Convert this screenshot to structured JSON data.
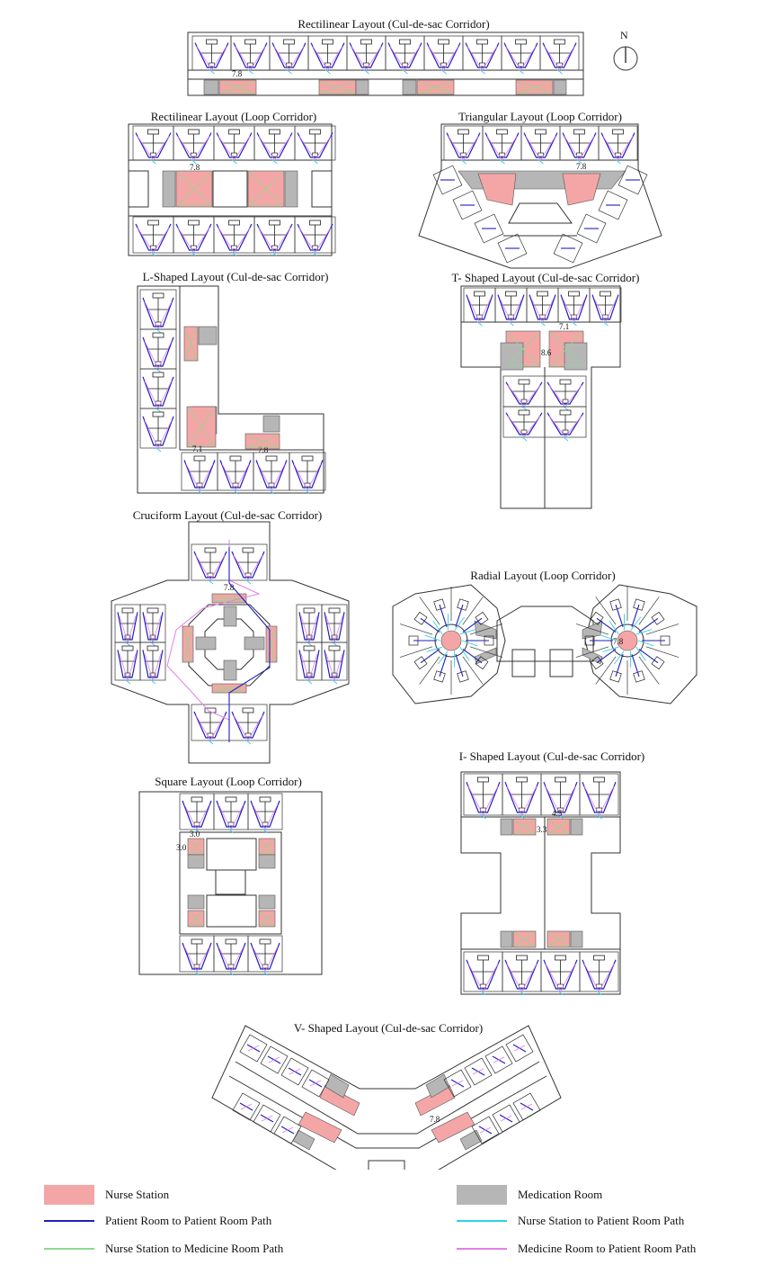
{
  "colors": {
    "nurse_station": "#f4a6a6",
    "medication_room": "#b6b6b6",
    "patient_path": "#1f1fbf",
    "nurse_patient_path": "#2ed1e6",
    "nurse_medicine_path": "#8ed98e",
    "medicine_patient_path": "#e080e8",
    "wall": "#333333"
  },
  "compass": {
    "label": "N"
  },
  "layouts": [
    {
      "id": "rectilinear-culdesac",
      "title": "Rectilinear Layout  (Cul-de-sac Corridor)",
      "distance": "7.8"
    },
    {
      "id": "rectilinear-loop",
      "title": "Rectilinear Layout  (Loop Corridor)",
      "distance": "7.8"
    },
    {
      "id": "triangular-loop",
      "title": "Triangular Layout  (Loop Corridor)",
      "distance": "7.8"
    },
    {
      "id": "l-shaped-culdesac",
      "title": "L-Shaped Layout  (Cul-de-sac Corridor)",
      "distance": "7.1",
      "distance2": "7.8"
    },
    {
      "id": "t-shaped-culdesac",
      "title": "T- Shaped Layout  (Cul-de-sac Corridor)",
      "distance": "7.1",
      "distance2": "8.6"
    },
    {
      "id": "cruciform-culdesac",
      "title": "Cruciform Layout  (Cul-de-sac Corridor)",
      "distance": "7.8"
    },
    {
      "id": "radial-loop",
      "title": "Radial Layout  (Loop Corridor)",
      "distance": "7.8"
    },
    {
      "id": "i-shaped-culdesac",
      "title": "I- Shaped Layout  (Cul-de-sac Corridor)",
      "distance": "4.5",
      "distance2": "3.3"
    },
    {
      "id": "square-loop",
      "title": "Square Layout  (Loop Corridor)",
      "distance": "3.0",
      "distance2": "3.0"
    },
    {
      "id": "v-shaped-culdesac",
      "title": "V- Shaped Layout  (Cul-de-sac Corridor)",
      "distance": "7.8"
    }
  ],
  "legend": {
    "nurse_station": "Nurse Station",
    "medication_room": "Medication Room",
    "patient_path": "Patient Room to Patient Room Path",
    "nurse_patient_path": "Nurse Station to Patient Room Path",
    "nurse_medicine_path": "Nurse Station to Medicine Room Path",
    "medicine_patient_path": " Medicine Room to Patient Room Path"
  }
}
